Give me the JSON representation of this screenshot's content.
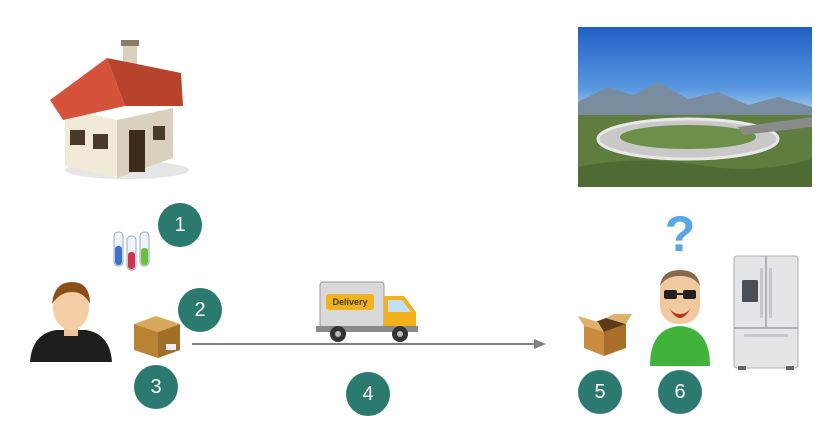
{
  "steps": [
    "1",
    "2",
    "3",
    "4",
    "5",
    "6"
  ],
  "truck": {
    "label": "Delivery"
  },
  "question_mark": "?",
  "icons": {
    "house": "house-icon",
    "facility": "synchrotron-photo",
    "samples": "test-tubes-icon",
    "user": "user-avatar-icon",
    "package": "closed-box-icon",
    "truck": "delivery-truck-icon",
    "open_box": "open-box-icon",
    "scientist": "scientist-icon",
    "fridge": "refrigerator-icon"
  },
  "colors": {
    "step_circle": "#2b7a6f",
    "arrow": "#808080",
    "roof": "#c9472a",
    "truck_body": "#f2b21b"
  }
}
